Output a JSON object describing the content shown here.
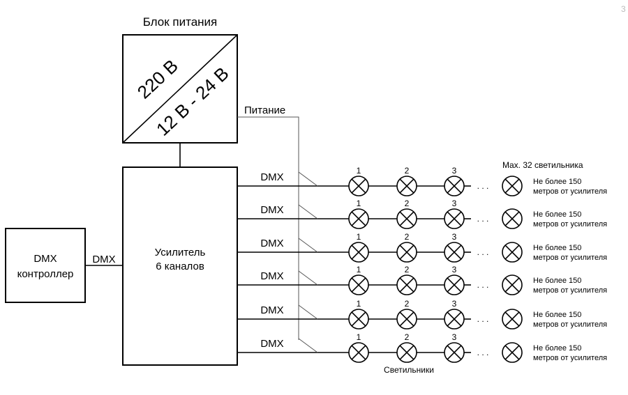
{
  "corner_mark": "3",
  "power_supply": {
    "title": "Блок питания",
    "input": "220 В",
    "output": "12 В - 24 В",
    "power_label": "Питание"
  },
  "controller": {
    "line1": "DMX",
    "line2": "контроллер",
    "link_label": "DMX"
  },
  "amplifier": {
    "line1": "Усилитель",
    "line2": "6 каналов"
  },
  "channel_label": "DMX",
  "max_label": "Max. 32 светильника",
  "lamp_numbers": [
    "1",
    "2",
    "3"
  ],
  "ellipsis": ". . .",
  "distance_line1": "Не более 150",
  "distance_line2": "метров от усилителя",
  "fixtures_label": "Светильники",
  "channel_count": 6
}
